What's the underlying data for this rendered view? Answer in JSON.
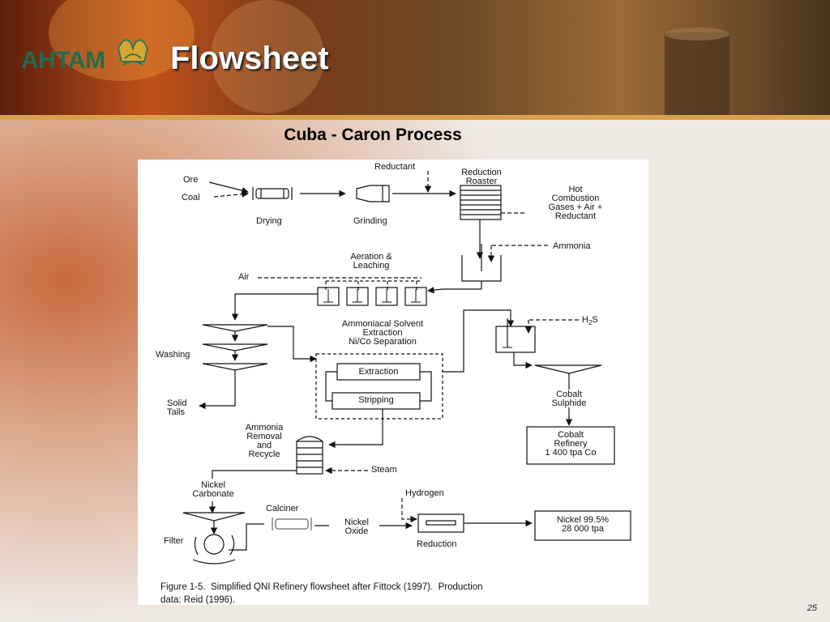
{
  "slide": {
    "logo_text": "AHTAM",
    "title": "Flowsheet",
    "subtitle": "Cuba - Caron Process",
    "page_number": "25"
  },
  "flowsheet": {
    "labels": {
      "ore": "Ore",
      "coal": "Coal",
      "drying": "Drying",
      "grinding": "Grinding",
      "reductant": "Reductant",
      "reduction_roaster": "Reduction\nRoaster",
      "hot_gases": "Hot\nCombustion\nGases + Air +\nReductant",
      "ammonia": "Ammonia",
      "aeration": "Aeration &\nLeaching",
      "air": "Air",
      "solvent": "Ammoniacal Solvent\nExtraction\nNi/Co Separation",
      "h2s": "H",
      "h2s_sub": "2",
      "h2s_end": "S",
      "washing": "Washing",
      "extraction": "Extraction",
      "stripping": "Stripping",
      "solid_tails": "Solid\nTails",
      "cobalt_sulphide": "Cobalt\nSulphide",
      "ammonia_removal": "Ammonia\nRemoval\nand\nRecycle",
      "cobalt_refinery": "Cobalt\nRefinery\n1 400 tpa Co",
      "steam": "Steam",
      "nickel_carbonate": "Nickel\nCarbonate",
      "hydrogen": "Hydrogen",
      "calciner": "Calciner",
      "nickel_oxide": "Nickel\nOxide",
      "nickel_product": "Nickel 99.5%\n28 000 tpa",
      "filter": "Filter",
      "reduction": "Reduction"
    },
    "caption": "Figure 1-5.  Simplified QNI Refinery flowsheet after Fittock (1997).  Production\ndata: Reid (1996)."
  }
}
